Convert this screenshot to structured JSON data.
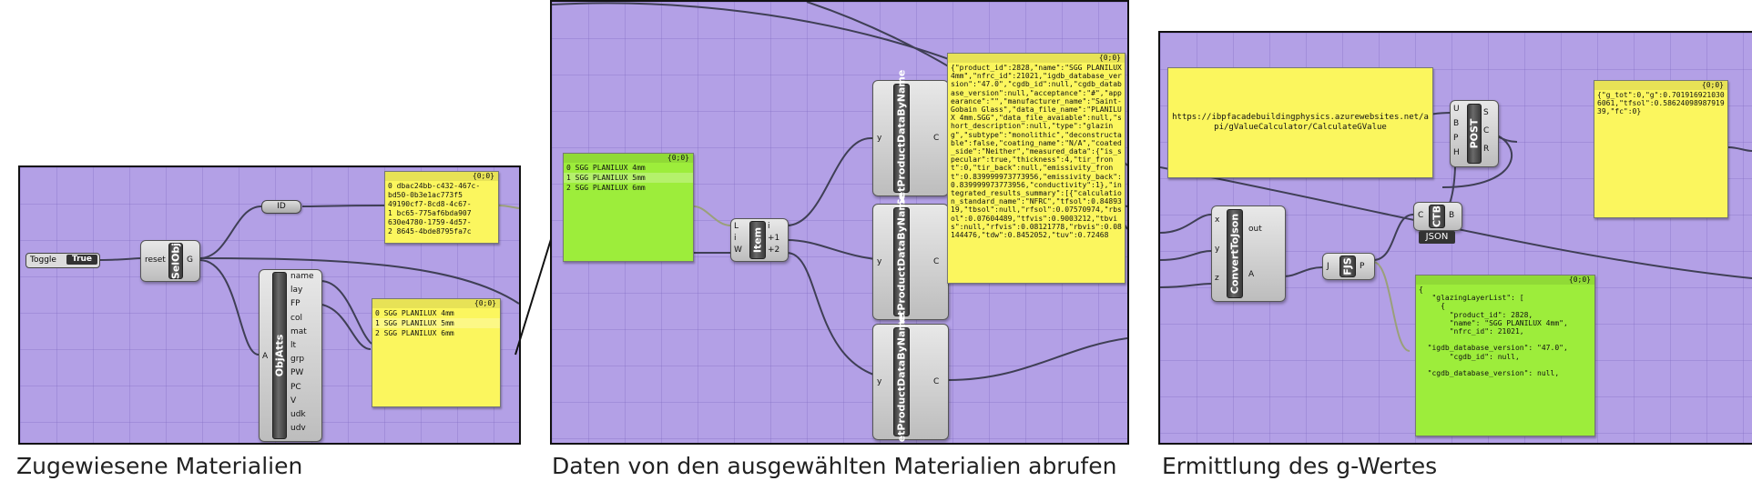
{
  "captions": {
    "left": "Zugewiesene Materialien",
    "middle": "Daten von den ausgewählten Materialien abrufen",
    "right": "Ermittlung des g-Wertes"
  },
  "panel1": {
    "toggle": {
      "label": "Toggle",
      "value": "True"
    },
    "selobj": {
      "name": "SelObj",
      "in": "reset",
      "out": "G"
    },
    "id_relay": "ID",
    "id_note": {
      "header": "{0;0}",
      "lines": [
        "0 dbac24bb-c432-467c-",
        "  bd50-0b3e1ac773f5",
        "  49190cf7-8cd8-4c67-",
        "1 bc65-775af6bda907",
        "  630e4780-1759-4d57-",
        "2 8645-4bde8795fa7c"
      ]
    },
    "objatts": {
      "name": "ObjAtts",
      "in": "A",
      "outputs": [
        "name",
        "lay",
        "FP",
        "col",
        "mat",
        "lt",
        "grp",
        "PW",
        "PC",
        "V",
        "udk",
        "udv"
      ]
    },
    "mat_list": {
      "header": "{0;0}",
      "items": [
        "0 SGG PLANILUX 4mm",
        "1 SGG PLANILUX 5mm",
        "2 SGG PLANILUX 6mm"
      ]
    }
  },
  "panel2": {
    "list": {
      "header": "{0;0}",
      "items": [
        "0 SGG PLANILUX 4mm",
        "1 SGG PLANILUX 5mm",
        "2 SGG PLANILUX 6mm"
      ]
    },
    "item": {
      "name": "Item",
      "inputs": [
        "L",
        "i",
        "W"
      ],
      "outputs": [
        "i",
        "+1",
        "+2"
      ]
    },
    "getters": [
      {
        "name": "GetProductDataByName",
        "in": "y",
        "out": "C"
      },
      {
        "name": "GetProductDataByName",
        "in": "y",
        "out": "C"
      },
      {
        "name": "GetProductDataByName",
        "in": "y",
        "out": "C"
      }
    ],
    "json_note": {
      "header": "{0;0}",
      "text": "{\"product_id\":2828,\"name\":\"SGG PLANILUX 4mm\",\"nfrc_id\":21021,\"igdb_database_version\":\"47.0\",\"cgdb_id\":null,\"cgdb_database_version\":null,\"acceptance\":\"#\",\"appearance\":\"\",\"manufacturer_name\":\"Saint-Gobain Glass\",\"data_file_name\":\"PLANILUX 4mm.SGG\",\"data_file_avaiable\":null,\"short_description\":null,\"type\":\"glazing\",\"subtype\":\"monolithic\",\"deconstructable\":false,\"coating_name\":\"N/A\",\"coated_side\":\"Neither\",\"measured_data\":{\"is_specular\":true,\"thickness\":4,\"tir_front\":0,\"tir_back\":null,\"emissivity_front\":0.839999973773956,\"emissivity_back\":0.839999973773956,\"conductivity\":1},\"integrated_results_summary\":[{\"calculation_standard_name\":\"NFRC\",\"tfsol\":0.8489319,\"tbsol\":null,\"rfsol\":0.07570974,\"rbsol\":0.07604489,\"tfvis\":0.9003212,\"tbvis\":null,\"rfvis\":0.08121778,\"rbvis\":0.08144476,\"tdw\":0.8452052,\"tuv\":0.72468"
    }
  },
  "panel3": {
    "url_note": {
      "text": "https://ibpfacadebuildingphysics.azurewebsites.net/api/gValueCalculator/CalculateGValue"
    },
    "post": {
      "name": "POST",
      "inputs": [
        "U",
        "B",
        "P",
        "H"
      ],
      "outputs": [
        "S",
        "C",
        "R"
      ]
    },
    "result_note": {
      "header": "{0;0}",
      "text": "{\"g_tot\":0,\"g\":0.7019169210306061,\"tfsol\":0.5862409898791939,\"fc\":0}"
    },
    "convert": {
      "name": "ConvertToJson",
      "inputs": [
        "x",
        "y",
        "z"
      ],
      "outputs": [
        "out",
        "A"
      ]
    },
    "ctb": {
      "name": "CTB",
      "in": "C",
      "out": "B",
      "tag": "JSON"
    },
    "fjs": {
      "name": "FJS",
      "in": "J",
      "out": "P"
    },
    "glazing_note": {
      "header": "{0;0}",
      "text": "{\n   \"glazingLayerList\": [\n     {\n       \"product_id\": 2828,\n       \"name\": \"SGG PLANILUX 4mm\",\n       \"nfrc_id\": 21021,\n\n  \"igdb_database_version\": \"47.0\",\n       \"cgdb_id\": null,\n\n  \"cgdb_database_version\": null,"
    }
  },
  "colors": {
    "canvas": "#b3a0e6",
    "yellow_panel": "#fbf65e",
    "green_panel": "#9ded3b",
    "wire": "#3f3f55"
  }
}
